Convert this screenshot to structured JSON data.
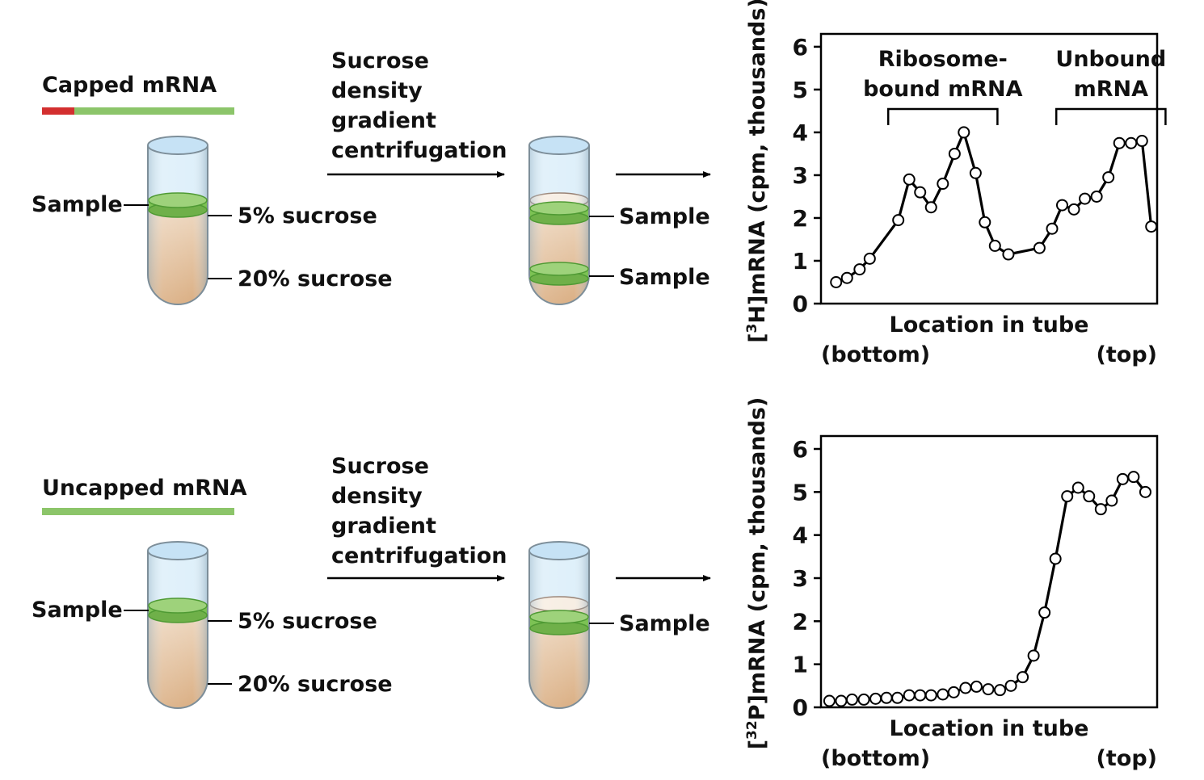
{
  "panels": [
    {
      "mrna_label": "Capped mRNA",
      "capped": true,
      "step_label": [
        "Sucrose",
        "density",
        "gradient",
        "centrifugation"
      ],
      "sample_label": "Sample",
      "low_label": "5% sucrose",
      "high_label": "20% sucrose",
      "result_labels": [
        "Sample",
        "Sample"
      ]
    },
    {
      "mrna_label": "Uncapped mRNA",
      "capped": false,
      "step_label": [
        "Sucrose",
        "density",
        "gradient",
        "centrifugation"
      ],
      "sample_label": "Sample",
      "low_label": "5% sucrose",
      "high_label": "20% sucrose",
      "result_labels": [
        "Sample"
      ]
    }
  ],
  "colors": {
    "cap": "#d32f2f",
    "mrna": "#8cc56a",
    "band": "#7cc254",
    "band_edge": "#4f9a34",
    "tube_top": "#c6e2f5",
    "gradient_light": "#f7ecdc",
    "gradient_dark": "#d8ac7d",
    "line": "#000000",
    "marker_fill": "#ffffff"
  },
  "chart_data": [
    {
      "type": "line",
      "ylabel_iso": "3",
      "ylabel_elem": "H",
      "ylabel_rest": "mRNA (cpm, thousands)",
      "xlabel": "Location in tube",
      "x_left": "(bottom)",
      "x_right": "(top)",
      "yticks": [
        0,
        1,
        2,
        3,
        4,
        5,
        6
      ],
      "ylim": [
        0,
        6.3
      ],
      "xlim": [
        0,
        40
      ],
      "annotations": [
        {
          "lines": [
            "Ribosome-",
            "bound mRNA"
          ],
          "x_range": [
            8,
            21
          ]
        },
        {
          "lines": [
            "Unbound",
            "mRNA"
          ],
          "x_range": [
            28,
            41
          ]
        }
      ],
      "points": [
        [
          1.8,
          0.5
        ],
        [
          3.1,
          0.6
        ],
        [
          4.6,
          0.8
        ],
        [
          5.8,
          1.05
        ],
        [
          9.2,
          1.95
        ],
        [
          10.5,
          2.9
        ],
        [
          11.8,
          2.6
        ],
        [
          13.1,
          2.25
        ],
        [
          14.5,
          2.8
        ],
        [
          15.9,
          3.5
        ],
        [
          17.0,
          4.0
        ],
        [
          18.4,
          3.05
        ],
        [
          19.5,
          1.9
        ],
        [
          20.7,
          1.35
        ],
        [
          22.3,
          1.15
        ],
        [
          26.0,
          1.3
        ],
        [
          27.5,
          1.75
        ],
        [
          28.7,
          2.3
        ],
        [
          30.1,
          2.2
        ],
        [
          31.4,
          2.45
        ],
        [
          32.8,
          2.5
        ],
        [
          34.2,
          2.95
        ],
        [
          35.5,
          3.75
        ],
        [
          36.9,
          3.75
        ],
        [
          38.2,
          3.8
        ],
        [
          39.3,
          1.8
        ]
      ]
    },
    {
      "type": "line",
      "ylabel_iso": "32",
      "ylabel_elem": "P",
      "ylabel_rest": "mRNA (cpm, thousands)",
      "xlabel": "Location in tube",
      "x_left": "(bottom)",
      "x_right": "(top)",
      "yticks": [
        0,
        1,
        2,
        3,
        4,
        5,
        6
      ],
      "ylim": [
        0,
        6.3
      ],
      "xlim": [
        0,
        40
      ],
      "annotations": [],
      "points": [
        [
          1.0,
          0.15
        ],
        [
          2.4,
          0.15
        ],
        [
          3.7,
          0.18
        ],
        [
          5.1,
          0.18
        ],
        [
          6.5,
          0.2
        ],
        [
          7.8,
          0.22
        ],
        [
          9.1,
          0.22
        ],
        [
          10.5,
          0.28
        ],
        [
          11.8,
          0.28
        ],
        [
          13.1,
          0.28
        ],
        [
          14.5,
          0.3
        ],
        [
          15.8,
          0.35
        ],
        [
          17.2,
          0.45
        ],
        [
          18.5,
          0.48
        ],
        [
          19.9,
          0.42
        ],
        [
          21.3,
          0.4
        ],
        [
          22.6,
          0.5
        ],
        [
          24.0,
          0.7
        ],
        [
          25.3,
          1.2
        ],
        [
          26.6,
          2.2
        ],
        [
          27.9,
          3.45
        ],
        [
          29.3,
          4.9
        ],
        [
          30.6,
          5.1
        ],
        [
          31.9,
          4.9
        ],
        [
          33.3,
          4.6
        ],
        [
          34.6,
          4.8
        ],
        [
          35.9,
          5.3
        ],
        [
          37.2,
          5.35
        ],
        [
          38.6,
          5.0
        ]
      ]
    }
  ]
}
